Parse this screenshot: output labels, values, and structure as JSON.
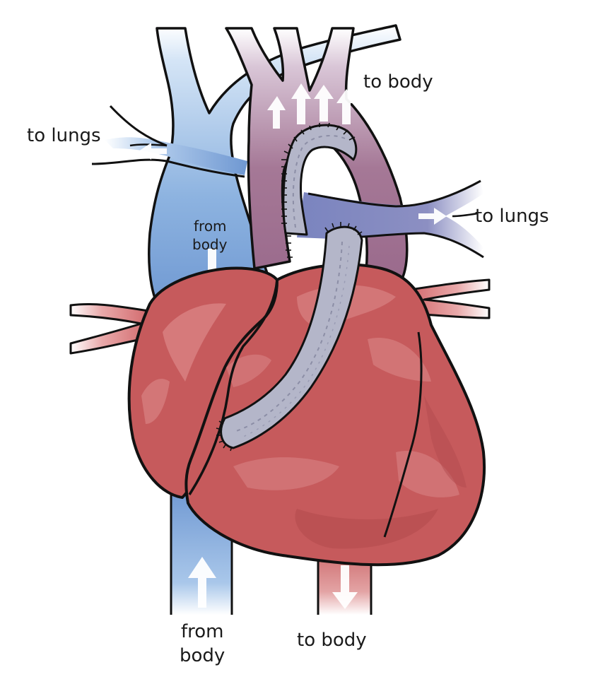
{
  "labels": {
    "to_lungs_left": "to lungs",
    "to_body_top": "to body",
    "to_lungs_right": "to lungs",
    "from_body_upper_line1": "from",
    "from_body_upper_line2": "body",
    "from_body_lower_line1": "from",
    "from_body_lower_line2": "body",
    "to_body_bottom": "to body"
  },
  "colors": {
    "heart": "#c65a5c",
    "heart_light": "#dc8585",
    "heart_dark": "#b24a4d",
    "vein_blue": "#7aa6d8",
    "vein_blue_light": "#cfe2f5",
    "artery_purple": "#9a6a8c",
    "pulmonary_purple": "#7c82ba",
    "graft_gray": "#b3b5c8",
    "outline": "#111111"
  }
}
